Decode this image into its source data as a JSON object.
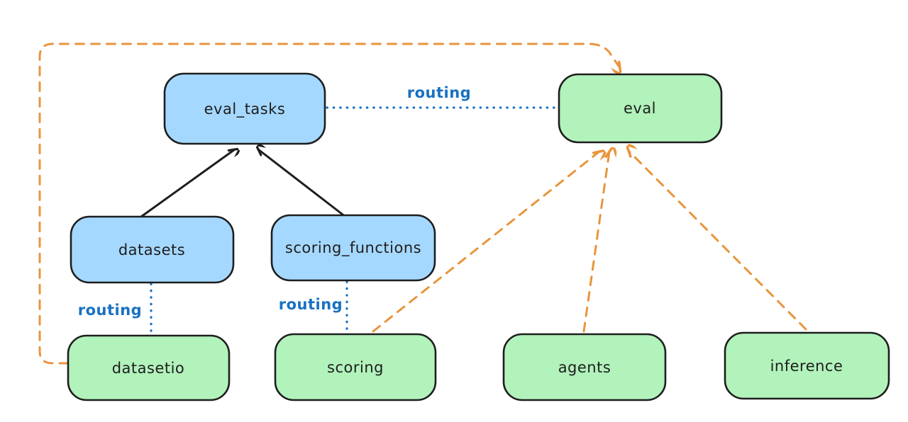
{
  "diagram": {
    "type": "architecture-diagram",
    "nodes": {
      "eval_tasks": {
        "label": "eval_tasks",
        "kind": "resource",
        "fill": "#a5d8ff"
      },
      "eval": {
        "label": "eval",
        "kind": "api",
        "fill": "#b2f2bb"
      },
      "datasets": {
        "label": "datasets",
        "kind": "resource",
        "fill": "#a5d8ff"
      },
      "scoring_functions": {
        "label": "scoring_functions",
        "kind": "resource",
        "fill": "#a5d8ff"
      },
      "datasetio": {
        "label": "datasetio",
        "kind": "api",
        "fill": "#b2f2bb"
      },
      "scoring": {
        "label": "scoring",
        "kind": "api",
        "fill": "#b2f2bb"
      },
      "agents": {
        "label": "agents",
        "kind": "api",
        "fill": "#b2f2bb"
      },
      "inference": {
        "label": "inference",
        "kind": "api",
        "fill": "#b2f2bb"
      }
    },
    "edge_labels": [
      "routing",
      "routing",
      "routing"
    ],
    "edges": [
      {
        "from": "datasets",
        "to": "eval_tasks",
        "style": "solid",
        "color": "#1e1e1e",
        "arrow": true,
        "label": ""
      },
      {
        "from": "scoring_functions",
        "to": "eval_tasks",
        "style": "solid",
        "color": "#1e1e1e",
        "arrow": true,
        "label": ""
      },
      {
        "from": "eval_tasks",
        "to": "eval",
        "style": "dotted",
        "color": "#1971c2",
        "arrow": false,
        "label": "routing"
      },
      {
        "from": "datasets",
        "to": "datasetio",
        "style": "dotted",
        "color": "#1971c2",
        "arrow": false,
        "label": "routing"
      },
      {
        "from": "scoring_functions",
        "to": "scoring",
        "style": "dotted",
        "color": "#1971c2",
        "arrow": false,
        "label": "routing"
      },
      {
        "from": "datasetio",
        "to": "eval",
        "style": "dashed",
        "color": "#e8953c",
        "arrow": true,
        "label": "",
        "route": "around-left-and-top"
      },
      {
        "from": "scoring",
        "to": "eval",
        "style": "dashed",
        "color": "#e8953c",
        "arrow": true,
        "label": ""
      },
      {
        "from": "agents",
        "to": "eval",
        "style": "dashed",
        "color": "#e8953c",
        "arrow": true,
        "label": ""
      },
      {
        "from": "inference",
        "to": "eval",
        "style": "dashed",
        "color": "#e8953c",
        "arrow": true,
        "label": ""
      }
    ],
    "colors": {
      "background": "#ffffff",
      "blue_fill": "#a5d8ff",
      "green_fill": "#b2f2bb",
      "stroke": "#1e1e1e",
      "orange_dashed": "#e8953c",
      "routing_blue": "#1971c2"
    }
  }
}
